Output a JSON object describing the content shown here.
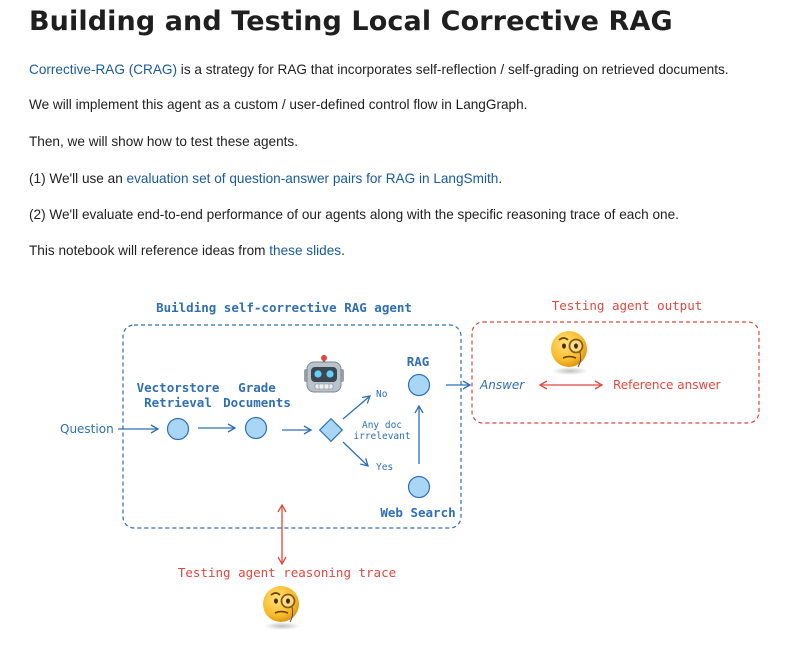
{
  "title": "Building and Testing Local Corrective RAG",
  "paragraphs": {
    "p1": {
      "link": "Corrective-RAG (CRAG)",
      "rest": " is a strategy for RAG that incorporates self-reflection / self-grading on retrieved documents."
    },
    "p2": "We will implement this agent as a custom / user-defined control flow in LangGraph.",
    "p3": "Then, we will show how to test these agents.",
    "p4": {
      "before": "(1) We'll use an ",
      "link": "evaluation set of question-answer pairs for RAG in LangSmith",
      "after": "."
    },
    "p5": "(2) We'll evaluate end-to-end performance of our agents along with the specific reasoning trace of each one.",
    "p6": {
      "before": "This notebook will reference ideas from ",
      "link": "these slides",
      "after": "."
    }
  },
  "diagram": {
    "agent_box_title": "Building self-corrective RAG agent",
    "testing_output_title": "Testing agent output",
    "question": "Question",
    "vectorstore_line1": "Vectorstore",
    "vectorstore_line2": "Retrieval",
    "grade_line1": "Grade",
    "grade_line2": "Documents",
    "decision_line1": "Any doc",
    "decision_line2": "irrelevant",
    "no": "No",
    "yes": "Yes",
    "rag": "RAG",
    "web_search": "Web Search",
    "answer": "Answer",
    "reference_answer": "Reference answer",
    "testing_trace_title": "Testing agent reasoning trace",
    "icons": [
      "robot-icon",
      "monocle-face-icon"
    ],
    "colors": {
      "blue": "#2f6fb5",
      "node_fill": "#a9d6f5",
      "red": "#e0483e",
      "link": "#1a5a9e"
    }
  }
}
